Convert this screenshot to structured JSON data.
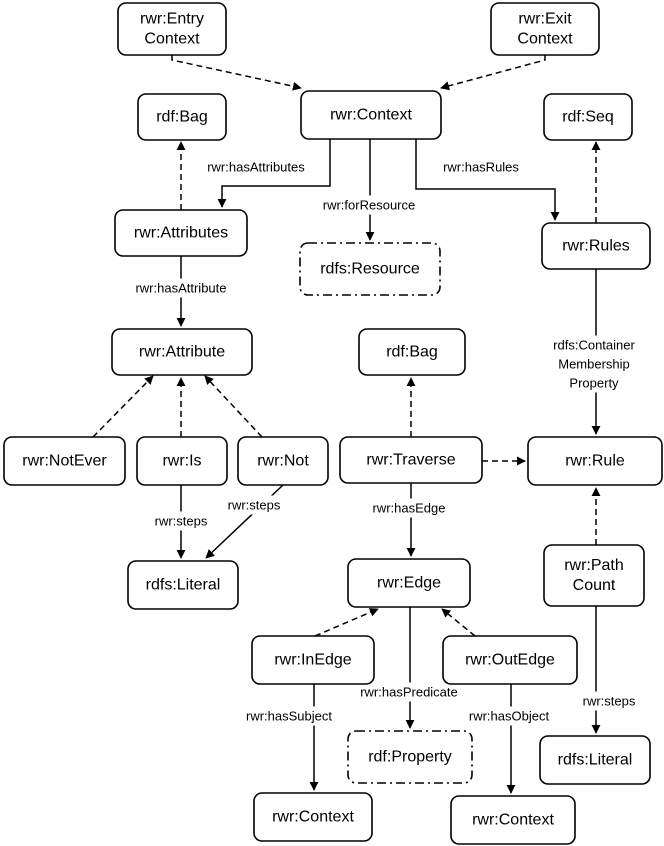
{
  "nodes": {
    "entry_context": [
      "rwr:Entry",
      "Context"
    ],
    "exit_context": [
      "rwr:Exit",
      "Context"
    ],
    "context_main": [
      "rwr:Context"
    ],
    "bag_top": [
      "rdf:Bag"
    ],
    "seq": [
      "rdf:Seq"
    ],
    "attributes": [
      "rwr:Attributes"
    ],
    "resource": [
      "rdfs:Resource"
    ],
    "rules": [
      "rwr:Rules"
    ],
    "attribute": [
      "rwr:Attribute"
    ],
    "bag_mid": [
      "rdf:Bag"
    ],
    "notever": [
      "rwr:NotEver"
    ],
    "is": [
      "rwr:Is"
    ],
    "not": [
      "rwr:Not"
    ],
    "traverse": [
      "rwr:Traverse"
    ],
    "rule": [
      "rwr:Rule"
    ],
    "literal_left": [
      "rdfs:Literal"
    ],
    "edge": [
      "rwr:Edge"
    ],
    "pathcount": [
      "rwr:Path",
      "Count"
    ],
    "inedge": [
      "rwr:InEdge"
    ],
    "outedge": [
      "rwr:OutEdge"
    ],
    "property": [
      "rdf:Property"
    ],
    "literal_right": [
      "rdfs:Literal"
    ],
    "context_left": [
      "rwr:Context"
    ],
    "context_right": [
      "rwr:Context"
    ]
  },
  "edge_labels": {
    "has_attributes": [
      "rwr:hasAttributes"
    ],
    "for_resource": [
      "rwr:forResource"
    ],
    "has_rules": [
      "rwr:hasRules"
    ],
    "has_attribute": [
      "rwr:hasAttribute"
    ],
    "container_membership": [
      "rdfs:Container",
      "Membership",
      "Property"
    ],
    "steps_is": [
      "rwr:steps"
    ],
    "steps_not": [
      "rwr:steps"
    ],
    "has_edge": [
      "rwr:hasEdge"
    ],
    "has_predicate": [
      "rwr:hasPredicate"
    ],
    "has_subject": [
      "rwr:hasSubject"
    ],
    "has_object": [
      "rwr:hasObject"
    ],
    "steps_pathcount": [
      "rwr:steps"
    ]
  }
}
